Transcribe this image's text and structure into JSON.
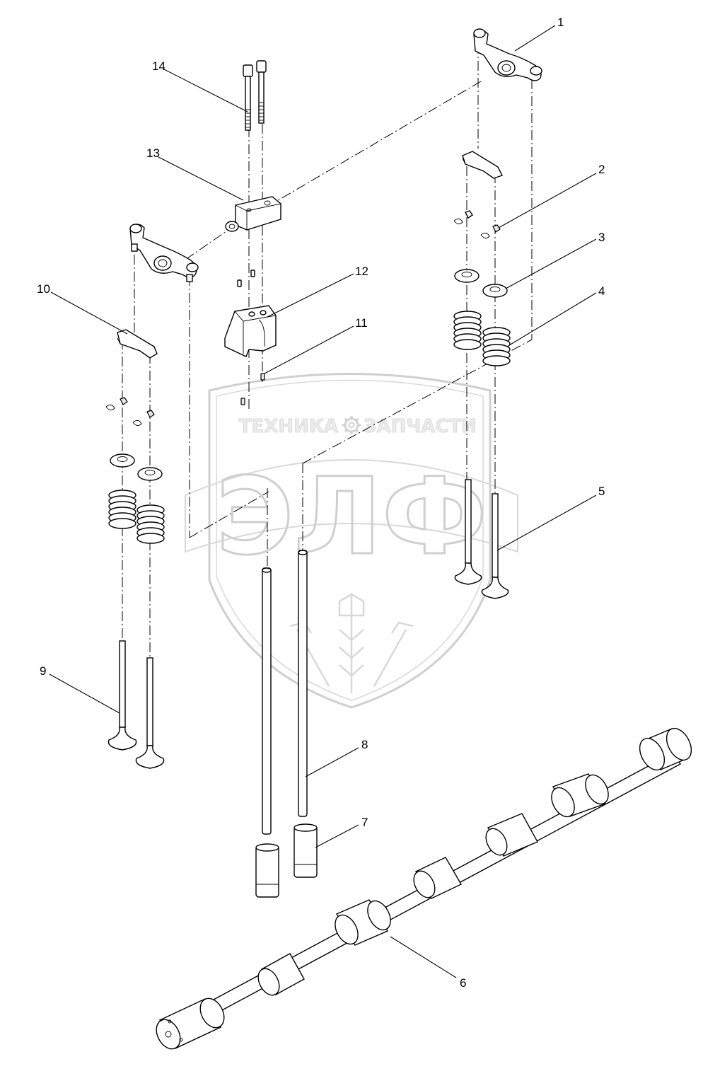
{
  "callouts": [
    "1",
    "2",
    "3",
    "4",
    "5",
    "6",
    "7",
    "8",
    "9",
    "10",
    "11",
    "12",
    "13",
    "14"
  ],
  "watermark": {
    "top_text_left": "ТЕХНИКА",
    "top_text_right": "ЗАПЧАСТИ",
    "logo_text": "ЭЛФ",
    "gear_icon": "gear-icon"
  }
}
